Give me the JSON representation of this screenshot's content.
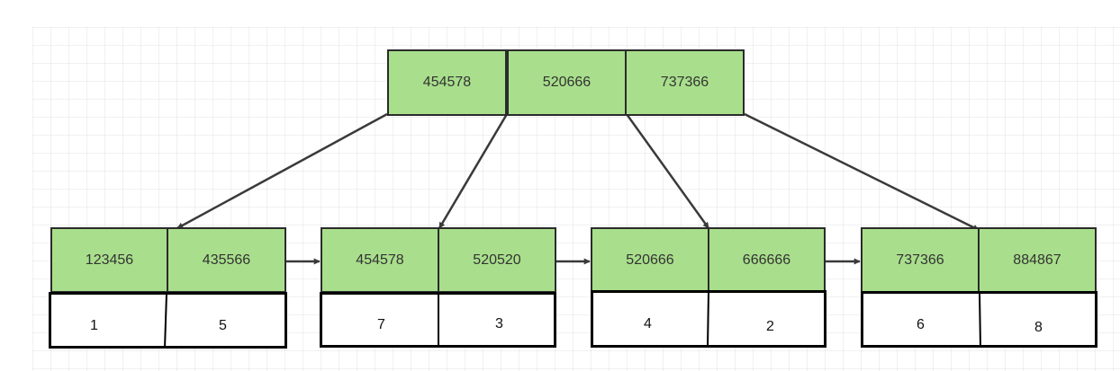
{
  "root": {
    "keys": [
      "454578",
      "520666",
      "737366"
    ]
  },
  "leaves": [
    {
      "keys": [
        "123456",
        "435566"
      ],
      "values": [
        "1",
        "5"
      ]
    },
    {
      "keys": [
        "454578",
        "520520"
      ],
      "values": [
        "7",
        "3"
      ]
    },
    {
      "keys": [
        "520666",
        "666666"
      ],
      "values": [
        "4",
        "2"
      ]
    },
    {
      "keys": [
        "737366",
        "884867"
      ],
      "values": [
        "6",
        "8"
      ]
    }
  ],
  "colors": {
    "key_fill": "#a9df8c",
    "key_border": "#2b2b2b",
    "value_border": "#000000",
    "arrow": "#3a3a3a"
  }
}
